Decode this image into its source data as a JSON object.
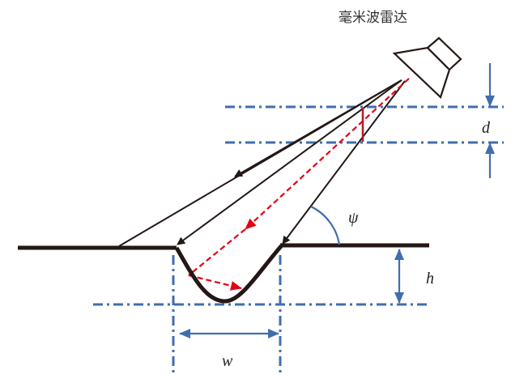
{
  "title": "毫米波雷达",
  "labels": {
    "d": "d",
    "h": "h",
    "w": "w",
    "psi": "ψ"
  },
  "colors": {
    "line": "#231815",
    "ray_red": "#e60012",
    "dim_blue": "#3f6eaf",
    "marker_red": "#b01e23"
  }
}
